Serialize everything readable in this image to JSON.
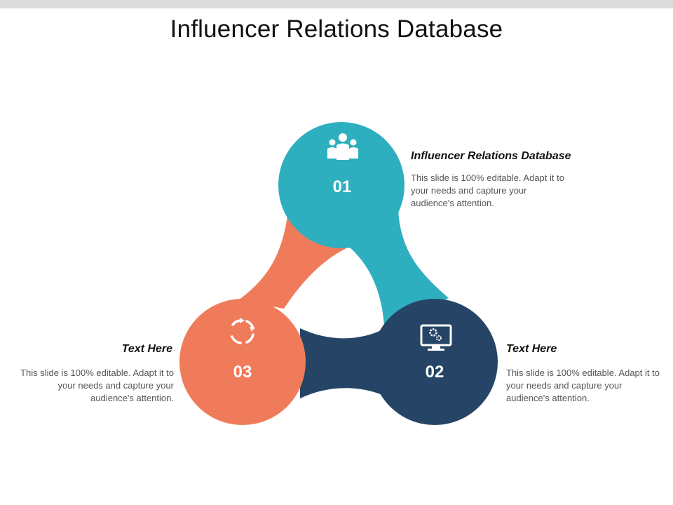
{
  "title": "Influencer Relations Database",
  "nodes": [
    {
      "number": "01",
      "icon": "people-group-icon",
      "color": "#2eafbf"
    },
    {
      "number": "02",
      "icon": "monitor-gears-icon",
      "color": "#264566"
    },
    {
      "number": "03",
      "icon": "circular-arrows-icon",
      "color": "#ef7b5a"
    }
  ],
  "blocks": [
    {
      "heading": "Influencer Relations Database",
      "text": "This slide is 100% editable. Adapt it to your needs and capture your audience's attention."
    },
    {
      "heading": "Text Here",
      "text": "This slide is 100% editable. Adapt it to your needs and capture your audience's attention."
    },
    {
      "heading": "Text Here",
      "text": "This slide is 100% editable. Adapt it to your needs and capture your audience's attention."
    }
  ]
}
